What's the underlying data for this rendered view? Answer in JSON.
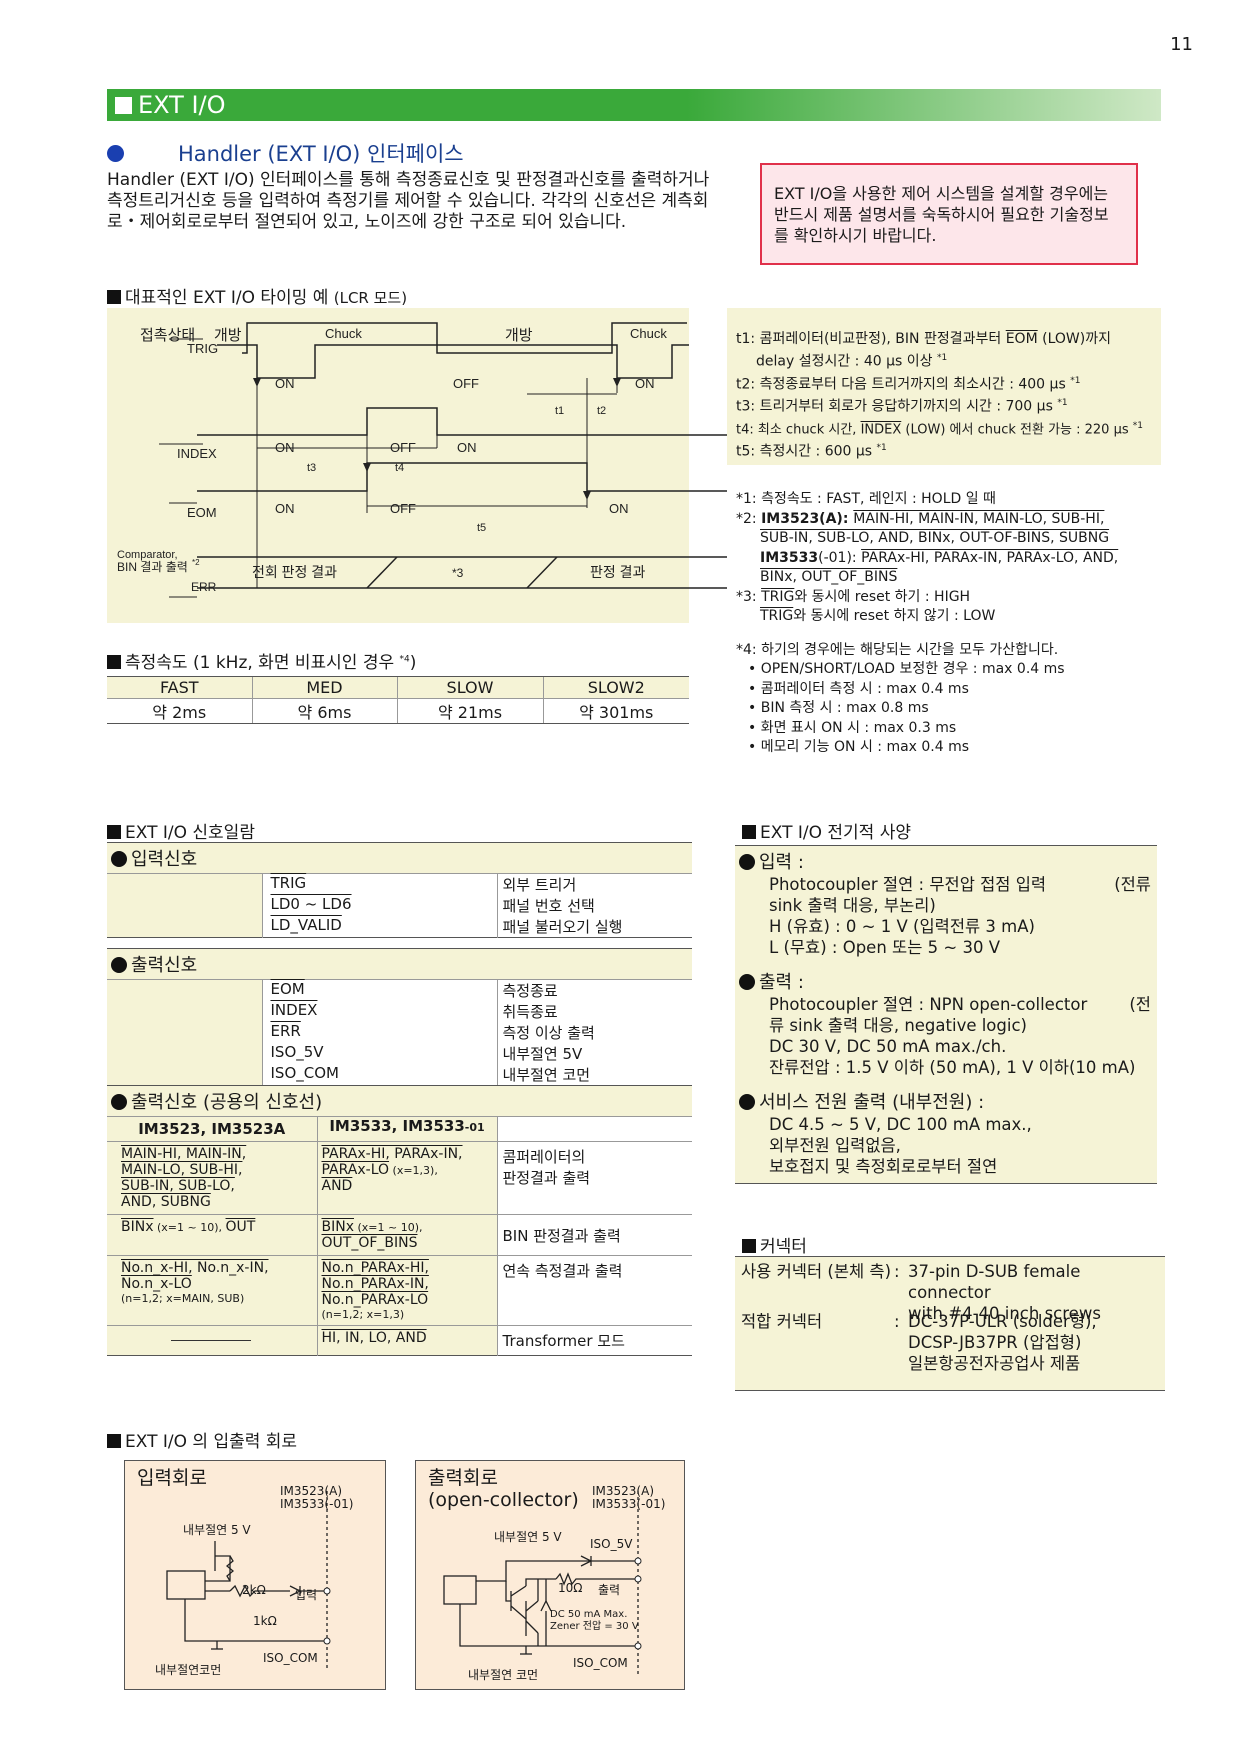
{
  "page_number": "11",
  "banner": "EXT I/O",
  "section_title": "Handler (EXT I/O) 인터페이스",
  "intro": [
    "Handler (EXT I/O) 인터페이스를 통해 측정종료신호 및 판정결과신호를 출력하거나",
    "측정트리거신호 등을 입력하여 측정기를 제어할 수 있습니다. 각각의 신호선은 계측회",
    "로・제어회로로부터 절연되어 있고, 노이즈에 강한 구조로 되어 있습니다."
  ],
  "notice": [
    "EXT I/O을 사용한 제어 시스템을 설계할 경우에는",
    "반드시 제품 설명서를 숙독하시어 필요한 기술정보",
    "를 확인하시기 바랍니다."
  ],
  "timing": {
    "heading": "대표적인 EXT I/O 타이밍 예",
    "heading_mode": "(LCR 모드)",
    "contact_label": "접촉상태",
    "open1": "개방",
    "chuck1": "Chuck",
    "open2": "개방",
    "chuck2": "Chuck",
    "trig": "TRIG",
    "index": "INDEX",
    "eom": "EOM",
    "comp1": "Comparator,",
    "comp2": "BIN 결과 출력",
    "comp_note": "*2",
    "err": "ERR",
    "on": "ON",
    "off": "OFF",
    "t1": "t1",
    "t2": "t2",
    "t3": "t3",
    "t4": "t4",
    "t5": "t5",
    "prev_result": "전회 판정 결과",
    "star3": "*3",
    "result": "판정 결과"
  },
  "timing_notes": {
    "t1a": "t1: 콤퍼레이터(비교판정), BIN 판정결과부터 ",
    "t1_eom": "EOM",
    "t1b": " (LOW)까지",
    "t1c": "delay 설정시간 : 40 µs 이상 ",
    "t2": "t2: 측정종료부터 다음 트리거까지의 최소시간 : 400 µs ",
    "t3": "t3: 트리거부터 회로가 응답하기까지의 시간 : 700 µs ",
    "t4a": "t4: 최소 chuck 시간, ",
    "t4_index": "INDEX",
    "t4b": " (LOW) 에서 chuck 전환 가능 : 220 µs ",
    "t5": "t5: 측정시간 : 600 µs ",
    "sup": "*1"
  },
  "star_notes": {
    "n1": "*1: 측정속도 : FAST, 레인지 : HOLD 일 때",
    "n2_prefix": "*2: ",
    "n2_model": "IM3523(A): ",
    "n2_line1": "MAIN-HI, MAIN-IN, MAIN-LO, SUB-HI,",
    "n2_line2": "SUB-IN, SUB-LO, AND, BINx, OUT-OF-BINS, SUBNG",
    "n2_model2": "IM3533",
    "n2_model2b": "(-01): ",
    "n2_line3": "PARAx-HI, PARAx-IN, PARAx-LO, AND,",
    "n2_line4": "BINx, OUT_OF_BINS",
    "n3_prefix": "*3: ",
    "n3_trig": "TRIG",
    "n3a": "와 동시에 reset 하기 : HIGH",
    "n3b": "와 동시에 reset 하지 않기 : LOW",
    "n4": "*4: 하기의 경우에는 해당되는 시간을 모두 가산합니다.",
    "b1": "• OPEN/SHORT/LOAD 보정한 경우 : max 0.4 ms",
    "b2": "• 콤퍼레이터 측정 시 : max 0.4 ms",
    "b3": "• BIN 측정 시 : max 0.8 ms",
    "b4": "• 화면 표시 ON 시 : max 0.3 ms",
    "b5": "• 메모리 기능 ON 시 : max 0.4 ms"
  },
  "speed": {
    "heading": "측정속도 (1 kHz, 화면 비표시인 경우 ",
    "heading_sup": "*4",
    "heading_end": ")",
    "headers": [
      "FAST",
      "MED",
      "SLOW",
      "SLOW2"
    ],
    "values": [
      "약 2ms",
      "약 6ms",
      "약 21ms",
      "약 301ms"
    ]
  },
  "signals": {
    "heading": "EXT I/O 신호일람",
    "input_title": "입력신호",
    "inputs": [
      {
        "name": "TRIG",
        "desc": "외부 트리거"
      },
      {
        "name": "LD0 ~ LD6",
        "desc": "패널 번호 선택"
      },
      {
        "name": "LD_VALID",
        "desc": "패널 불러오기 실행"
      }
    ],
    "output_title": "출력신호",
    "outputs": [
      {
        "name": "EOM",
        "desc": "측정종료"
      },
      {
        "name": "INDEX",
        "desc": "취득종료"
      },
      {
        "name": "ERR",
        "desc": "측정 이상 출력"
      },
      {
        "name": "ISO_5V",
        "desc": "내부절연 5V"
      },
      {
        "name": "ISO_COM",
        "desc": "내부절연 코먼"
      }
    ],
    "common_title": "출력신호 (공용의 신호선)",
    "col1": "IM3523, IM3523A",
    "col2": "IM3533, IM3533",
    "col2_suffix": "-01",
    "rows": [
      {
        "a": [
          "MAIN-HI, MAIN-IN,",
          "MAIN-LO, SUB-HI,",
          "SUB-IN, SUB-LO,",
          "AND, SUBNG"
        ],
        "b": [
          "PARAx-HI, PARAx-IN,",
          "PARAx-LO",
          "AND"
        ],
        "b_small": " (x=1,3),",
        "desc": [
          "콤퍼레이터의",
          "판정결과 출력"
        ]
      },
      {
        "a_main": "BINx",
        "a_small": " (x=1 ~ 10), ",
        "a_tail": "OUT",
        "b_main": "BINx",
        "b_small": " (x=1 ~ 10),",
        "b2": "OUT_OF_BINS",
        "desc": "BIN 판정결과 출력"
      },
      {
        "a1": "No.n_x-HI, No.n_x-IN,",
        "a2": "No.n_x-LO",
        "a_small": "(n=1,2; x=MAIN, SUB)",
        "b1": "No.n_PARAx-HI,",
        "b2": "No.n_PARAx-IN,",
        "b3": "No.n_PARAx-LO",
        "b_small": "(n=1,2; x=1,3)",
        "desc": "연속 측정결과 출력"
      },
      {
        "b": "HI, IN, LO, AND",
        "desc": "Transformer 모드"
      }
    ]
  },
  "electrical": {
    "heading": "EXT I/O 전기적 사양",
    "input_title": "입력 :",
    "input_lines": [
      "Photocoupler 절연 : 무전압 접점 입력",
      "(전류",
      "sink 출력 대응, 부논리)",
      "H (유효) : 0 ~ 1 V (입력전류 3 mA)",
      "L (무효) : Open 또는 5 ~ 30 V"
    ],
    "output_title": "출력 :",
    "output_lines": [
      "Photocoupler 절연 : NPN open-collector",
      "(전",
      "류 sink 출력 대응, negative logic)",
      "DC 30 V, DC 50 mA max./ch.",
      "잔류전압 : 1.5 V 이하 (50 mA), 1 V 이하(10 mA)"
    ],
    "power_title": "서비스 전원 출력 (내부전원) :",
    "power_lines": [
      "DC 4.5 ~ 5 V, DC 100 mA max.,",
      "외부전원 입력없음,",
      "보호접지 및 측정회로로부터 절연"
    ]
  },
  "connector": {
    "heading": "커넥터",
    "l1": "사용 커넥터 (본체 측)",
    "v1": [
      "37-pin D-SUB female connector",
      "with #4-40 inch screws"
    ],
    "l2": "적합 커넥터",
    "v2": [
      "DC-37P-ULR (solder형),",
      "DCSP-JB37PR (압접형)",
      "일본항공전자공업사 제품"
    ],
    "colon": ":"
  },
  "circuits": {
    "heading": "EXT I/O 의 입출력 회로",
    "in_title": "입력회로",
    "model1": "IM3523(A)",
    "model2": "IM3533(-01)",
    "iso5": "내부절연 5 V",
    "r2k": "2kΩ",
    "r1k": "1kΩ",
    "in_label": "입력",
    "iso_com": "ISO_COM",
    "iso_common": "내부절연코먼",
    "out_title1": "출력회로",
    "out_title2": "(open-collector)",
    "iso5v": "ISO_5V",
    "r10": "10Ω",
    "out_label": "출력",
    "dc": "DC 50 mA Max.",
    "zener": "Zener 전압 = 30 V",
    "iso_common2": "내부절연 코먼"
  }
}
